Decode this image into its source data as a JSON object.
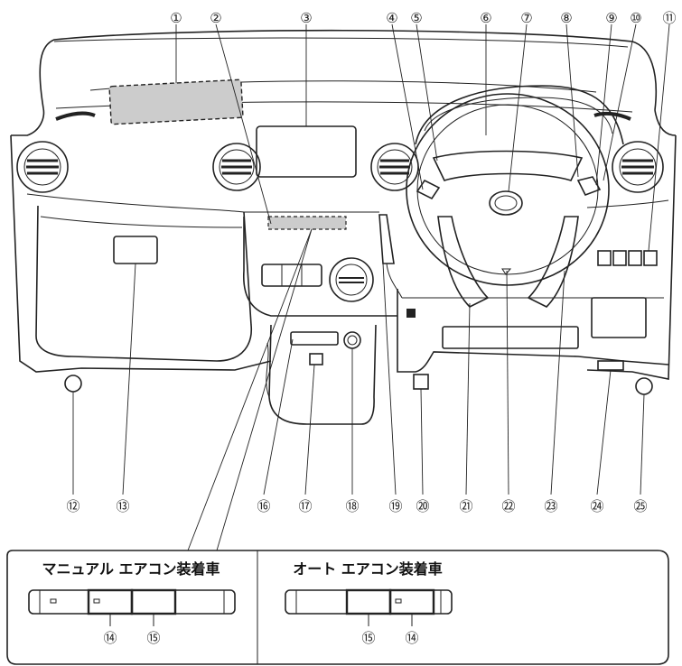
{
  "callouts": [
    {
      "id": "1",
      "text": "①"
    },
    {
      "id": "2",
      "text": "②"
    },
    {
      "id": "3",
      "text": "③"
    },
    {
      "id": "4",
      "text": "④"
    },
    {
      "id": "5",
      "text": "⑤"
    },
    {
      "id": "6",
      "text": "⑥"
    },
    {
      "id": "7",
      "text": "⑦"
    },
    {
      "id": "8",
      "text": "⑧"
    },
    {
      "id": "9",
      "text": "⑨"
    },
    {
      "id": "10",
      "text": "⑩"
    },
    {
      "id": "11",
      "text": "⑪"
    },
    {
      "id": "12",
      "text": "⑫"
    },
    {
      "id": "13",
      "text": "⑬"
    },
    {
      "id": "16",
      "text": "⑯"
    },
    {
      "id": "17",
      "text": "⑰"
    },
    {
      "id": "18",
      "text": "⑱"
    },
    {
      "id": "19",
      "text": "⑲"
    },
    {
      "id": "20",
      "text": "⑳"
    },
    {
      "id": "21",
      "text": "㉑"
    },
    {
      "id": "22",
      "text": "㉒"
    },
    {
      "id": "23",
      "text": "㉓"
    },
    {
      "id": "24",
      "text": "㉔"
    },
    {
      "id": "25",
      "text": "㉕"
    }
  ],
  "inset_left": {
    "caption": "マニュアル エアコン装着車",
    "label_a": "⑭",
    "label_b": "⑮"
  },
  "inset_right": {
    "caption": "オート エアコン装着車",
    "label_a": "⑮",
    "label_b": "⑭"
  },
  "colors": {
    "line": "#222222",
    "highlight": "#cccccc",
    "background": "#ffffff"
  }
}
